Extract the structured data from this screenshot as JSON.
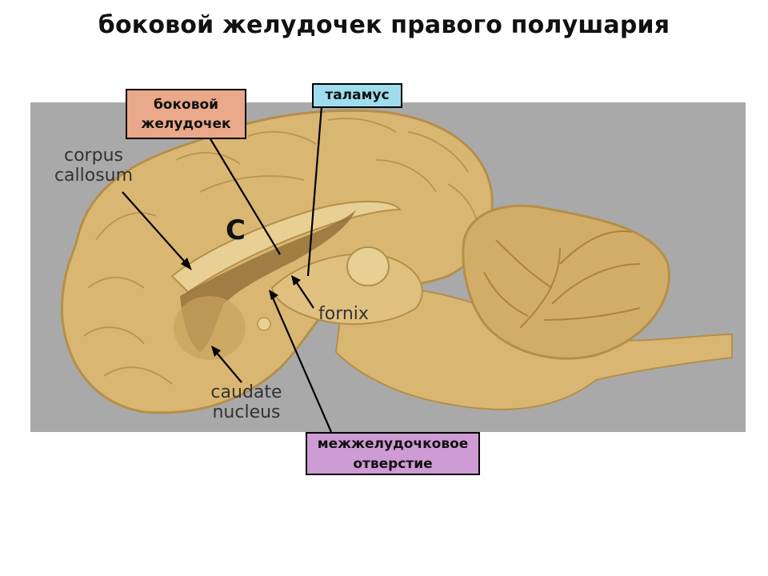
{
  "title": "боковой желудочек правого полушария",
  "callouts": {
    "lateral_ventricle": {
      "line1": "боковой",
      "line2": "желудочек",
      "bg": "#e9a98a"
    },
    "thalamus": {
      "text": "таламус",
      "bg": "#9fdcec"
    },
    "interventricular_foramen": {
      "line1": "межжелудочковое",
      "line2": "отверстие",
      "bg": "#cf9bd4"
    }
  },
  "photo_labels": {
    "corpus_callosum_1": "corpus",
    "corpus_callosum_2": "callosum",
    "fornix": "fornix",
    "caudate_1": "caudate",
    "caudate_2": "nucleus",
    "c": "C"
  },
  "colors": {
    "panel_gray": "#a9a9a9",
    "tissue": "#d9b772",
    "tissue_light": "#e8cf93",
    "tissue_dark": "#b58f49",
    "ventricle": "#8c6a33"
  }
}
